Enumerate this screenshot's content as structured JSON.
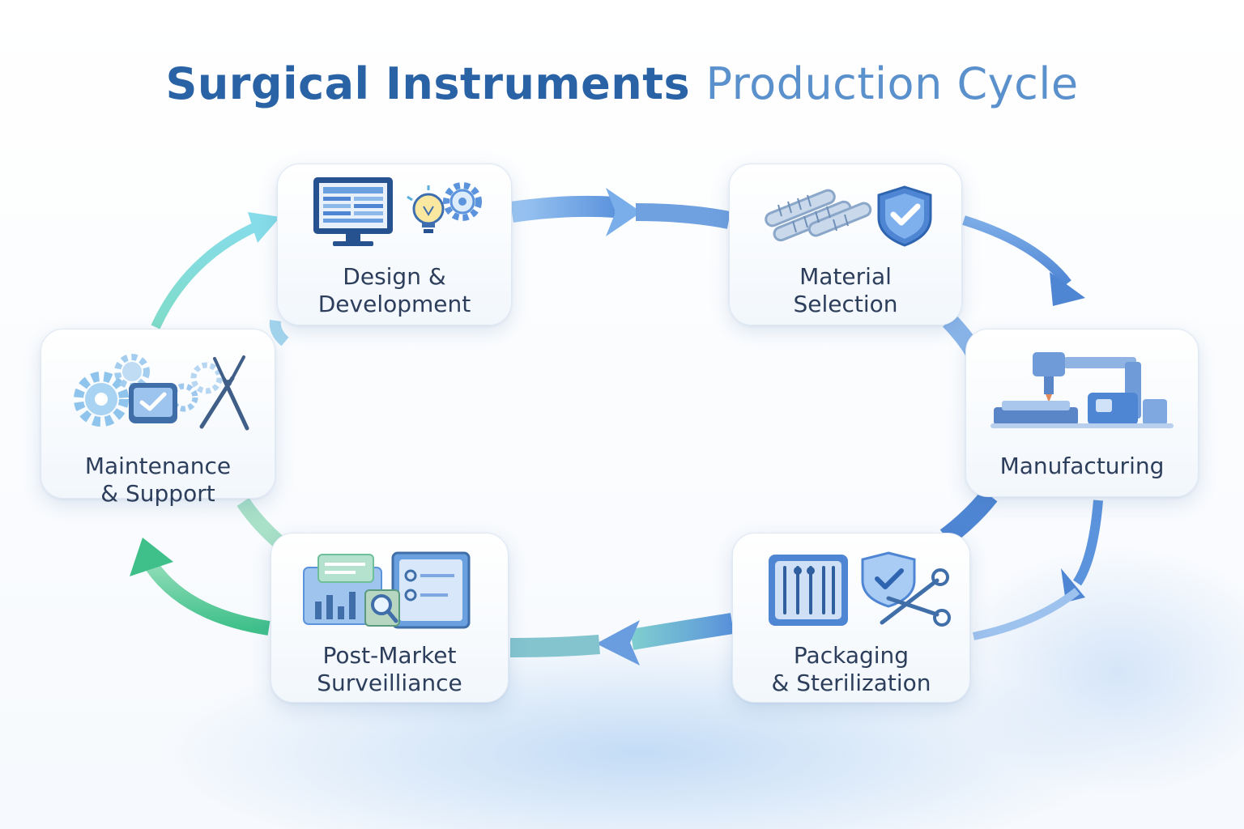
{
  "title": {
    "part1": "Surgical Instruments",
    "part2": "Production Cycle"
  },
  "stages": [
    {
      "lines": [
        "Design &",
        "Development"
      ]
    },
    {
      "lines": [
        "Material",
        "Selection"
      ]
    },
    {
      "lines": [
        "Manufacturing"
      ]
    },
    {
      "lines": [
        "Packaging",
        "& Sterilization"
      ]
    },
    {
      "lines": [
        "Post-Market",
        "Surveilliance"
      ]
    },
    {
      "lines": [
        "Maintenance",
        "& Support"
      ]
    }
  ],
  "icons": {
    "design": [
      "computer-monitor-icon",
      "lightbulb-icon",
      "gear-icon"
    ],
    "material": [
      "metal-rods-icon",
      "shield-check-icon"
    ],
    "manufacturing": [
      "cnc-machine-icon"
    ],
    "packaging": [
      "instrument-tray-icon",
      "shield-check-icon",
      "scissors-icon"
    ],
    "surveillance": [
      "analytics-dashboard-icon",
      "magnifier-icon"
    ],
    "maintenance": [
      "gears-icon",
      "tablet-check-icon",
      "pliers-icon"
    ]
  },
  "colors": {
    "title_dark": "#2a62a6",
    "title_light": "#5a90cc",
    "arrow_blue": "#5b93dc",
    "arrow_teal": "#7cd8e0",
    "arrow_green": "#4dc796"
  }
}
